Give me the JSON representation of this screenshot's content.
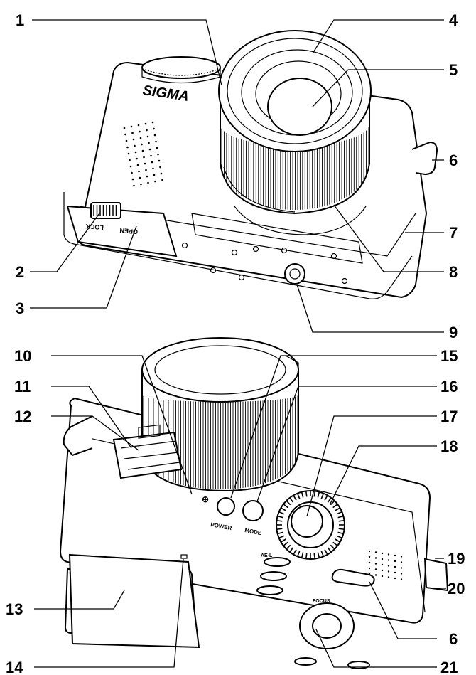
{
  "brand": {
    "logo_text": "SIGMA"
  },
  "camera_markings": {
    "lock": "LOCK",
    "open": "OPEN",
    "power": "POWER",
    "mode": "MODE",
    "focus": "FOCUS",
    "ae_lock": "AE-L"
  },
  "callouts_front": [
    {
      "id": "c1",
      "label": "1"
    },
    {
      "id": "c2",
      "label": "2"
    },
    {
      "id": "c3",
      "label": "3"
    },
    {
      "id": "c4",
      "label": "4"
    },
    {
      "id": "c5",
      "label": "5"
    },
    {
      "id": "c6a",
      "label": "6"
    },
    {
      "id": "c7",
      "label": "7"
    },
    {
      "id": "c8",
      "label": "8"
    },
    {
      "id": "c9",
      "label": "9"
    }
  ],
  "callouts_back": [
    {
      "id": "c10",
      "label": "10"
    },
    {
      "id": "c11",
      "label": "11"
    },
    {
      "id": "c12",
      "label": "12"
    },
    {
      "id": "c13",
      "label": "13"
    },
    {
      "id": "c14",
      "label": "14"
    },
    {
      "id": "c15",
      "label": "15"
    },
    {
      "id": "c16",
      "label": "16"
    },
    {
      "id": "c17",
      "label": "17"
    },
    {
      "id": "c18",
      "label": "18"
    },
    {
      "id": "c19",
      "label": "19"
    },
    {
      "id": "c20",
      "label": "20"
    },
    {
      "id": "c6b",
      "label": "6"
    },
    {
      "id": "c21",
      "label": "21"
    }
  ]
}
